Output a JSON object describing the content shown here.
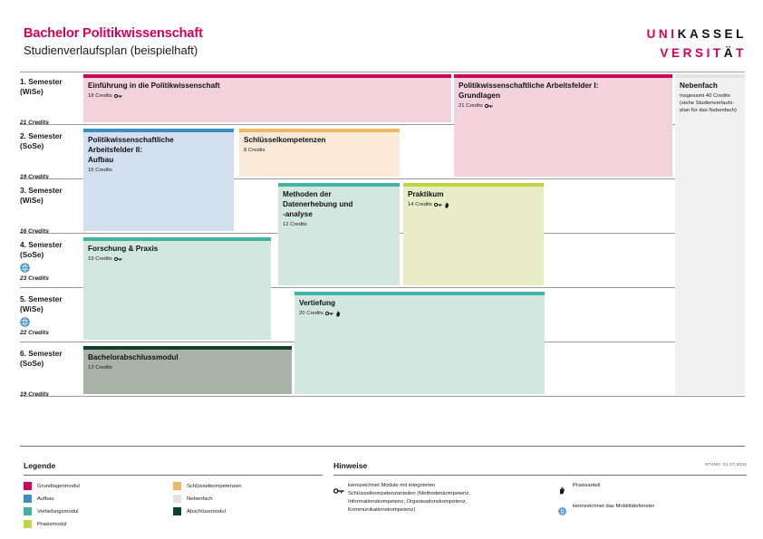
{
  "header": {
    "title": "Bachelor Politikwissenschaft",
    "subtitle": "Studienverlaufsplan (beispielhaft)",
    "logo_line1": [
      {
        "text": "UNI",
        "color": "#d1005d"
      },
      {
        "text": "KASSEL",
        "color": "#111111"
      }
    ],
    "logo_line2": [
      {
        "text": "VERSIT",
        "color": "#d1005d"
      },
      {
        "text": "Ä",
        "color": "#111111"
      },
      {
        "text": "T",
        "color": "#d1005d"
      }
    ]
  },
  "colors": {
    "brand_magenta": "#d1005d",
    "grundlagenmodul": "#d1005d",
    "grundlagen_fill": "#f3d2dc",
    "aufbau": "#3b8fc4",
    "aufbau_fill": "#d3dfee",
    "vertiefungsmodul": "#41b3a0",
    "vertiefung_fill": "#d3e7e1",
    "praxismodul": "#c3d63f",
    "praxis_fill": "#e8edc8",
    "schluesselkompetenzen": "#eeb864",
    "schluessel_fill": "#faeada",
    "nebenfach": "#e3e3e3",
    "nebenfach_fill": "#f1f1f1",
    "abschlussmodul": "#12402f",
    "abschluss_fill": "#a9b2a6"
  },
  "semesters": [
    {
      "name": "1. Semester",
      "term": "(WiSe)",
      "credits": "21 Credits",
      "mobility": false
    },
    {
      "name": "2. Semester",
      "term": "(SoSe)",
      "credits": "19 Credits",
      "mobility": false
    },
    {
      "name": "3. Semester",
      "term": "(WiSe)",
      "credits": "16 Credits",
      "mobility": false
    },
    {
      "name": "4. Semester",
      "term": "(SoSe)",
      "credits": "23 Credits",
      "mobility": true
    },
    {
      "name": "5. Semester",
      "term": "(WiSe)",
      "credits": "22 Credits",
      "mobility": true
    },
    {
      "name": "6. Semester",
      "term": "(SoSe)",
      "credits": "19 Credits",
      "mobility": false
    }
  ],
  "modules": [
    {
      "id": "einfuehrung",
      "name": "Einführung in die Politikwissenschaft",
      "credits": "18 Credits",
      "icons": [
        "key-icon"
      ],
      "category": "grundlagenmodul"
    },
    {
      "id": "arbeitsfelder-1",
      "name": "Politikwissenschaftliche Arbeitsfelder I:\nGrundlagen",
      "name_line1": "Politikwissenschaftliche Arbeitsfelder I:",
      "name_line2": "Grundlagen",
      "credits": "21 Credits",
      "icons": [
        "key-icon"
      ],
      "category": "grundlagenmodul"
    },
    {
      "id": "nebenfach",
      "name": "Nebenfach",
      "credits": "Insgesamt 40 Credits",
      "note_line1": "(siehe Studienverlaufs-",
      "note_line2": "plan für das Nebenfach)",
      "icons": [],
      "category": "nebenfach"
    },
    {
      "id": "arbeitsfelder-2",
      "name_line1": "Politikwissenschaftliche",
      "name_line2": "Arbeitsfelder II:",
      "name_line3": "Aufbau",
      "credits": "15 Credits",
      "icons": [],
      "category": "aufbau"
    },
    {
      "id": "schluesselkompetenzen",
      "name": "Schlüsselkompetenzen",
      "credits": "8 Credits",
      "icons": [],
      "category": "schluesselkompetenzen"
    },
    {
      "id": "methoden",
      "name_line1": "Methoden der",
      "name_line2": "Datenerhebung und",
      "name_line3": "-analyse",
      "credits": "12 Credits",
      "icons": [],
      "category": "vertiefungsmodul"
    },
    {
      "id": "praktikum",
      "name": "Praktikum",
      "credits": "14 Credits",
      "icons": [
        "key-icon",
        "hand-icon"
      ],
      "category": "praxismodul"
    },
    {
      "id": "forschung-praxis",
      "name": "Forschung & Praxis",
      "credits": "19 Credits",
      "icons": [
        "key-icon"
      ],
      "category": "vertiefungsmodul"
    },
    {
      "id": "vertiefung",
      "name": "Vertiefung",
      "credits": "20 Credits",
      "icons": [
        "key-icon",
        "hand-icon"
      ],
      "category": "vertiefungsmodul"
    },
    {
      "id": "bachelorabschlussmodul",
      "name": "Bachelorabschlussmodul",
      "credits": "13 Credits",
      "icons": [],
      "category": "abschlussmodul"
    }
  ],
  "legend": {
    "title": "Legende",
    "column_left": [
      {
        "label": "Grundlagenmodul",
        "color": "#d1005d"
      },
      {
        "label": "Aufbau",
        "color": "#3b8fc4"
      },
      {
        "label": "Vertiefungsmodul",
        "color": "#41b3a0"
      },
      {
        "label": "Praxismodul",
        "color": "#c3d63f"
      }
    ],
    "column_right": [
      {
        "label": "Schlüsselkompetenzen",
        "color": "#eeb864"
      },
      {
        "label": "Nebenfach",
        "color": "#e3e3e3"
      },
      {
        "label": "Abschlussmodul",
        "color": "#12402f"
      }
    ]
  },
  "hinweise": {
    "title": "Hinweise",
    "stand": "STAND: 01.07.2024",
    "left": {
      "icon": "key-icon",
      "line1": "kennzeichnet Module mit integrierten",
      "line2": "Schlüsselkompetenzanteilen (Methodenkompetenz,",
      "line3": "Informationskompetenz, Organisationskompetenz,",
      "line4": "Kommunikationskompetenz)"
    },
    "right": [
      {
        "icon": "hand-icon",
        "label": "Praxisanteil"
      },
      {
        "icon": "globe-icon",
        "label": "kennzeichnet das Mobilitätsfenster"
      }
    ]
  }
}
